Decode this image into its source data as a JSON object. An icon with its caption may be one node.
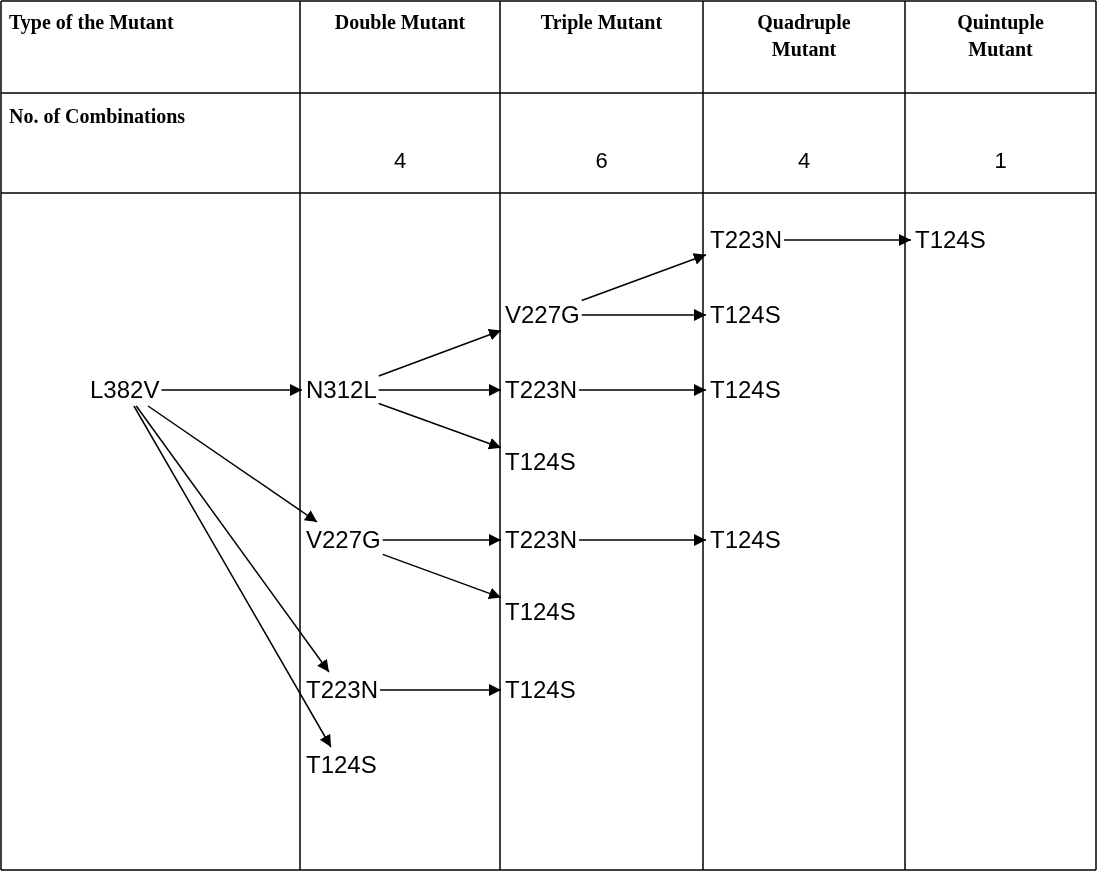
{
  "diagram": {
    "nodes": [
      {
        "text": [
          "L382V"
        ]
      },
      {
        "text": [
          "N312L"
        ]
      },
      {
        "text": [
          "V227G"
        ]
      },
      {
        "text": [
          "T223N"
        ]
      },
      {
        "text": [
          "T124S"
        ]
      },
      {
        "text": [
          "V227G"
        ]
      },
      {
        "text": [
          "T223N"
        ]
      },
      {
        "text": [
          "T124S"
        ]
      },
      {
        "text": [
          "T223N"
        ]
      },
      {
        "text": [
          "T124S"
        ]
      },
      {
        "text": [
          "T124S"
        ]
      },
      {
        "text": [
          "T223N"
        ]
      },
      {
        "text": [
          "T124S"
        ]
      },
      {
        "text": [
          "T124S"
        ]
      },
      {
        "text": [
          "T124S"
        ]
      },
      {
        "text": [
          "T124S"
        ]
      }
    ],
    "edges": [
      {
        "from": 0,
        "to": 1,
        "arrow": "to"
      },
      {
        "from": 0,
        "to": 2,
        "arrow": "to"
      },
      {
        "from": 0,
        "to": 3,
        "arrow": "to"
      },
      {
        "from": 0,
        "to": 4,
        "arrow": "to"
      },
      {
        "from": 1,
        "to": 5,
        "arrow": "to"
      },
      {
        "from": 1,
        "to": 6,
        "arrow": "to"
      },
      {
        "from": 1,
        "to": 7,
        "arrow": "to"
      },
      {
        "from": 2,
        "to": 8,
        "arrow": "to"
      },
      {
        "from": 2,
        "to": 9,
        "arrow": "to"
      },
      {
        "from": 3,
        "to": 10,
        "arrow": "to"
      },
      {
        "from": 5,
        "to": 11,
        "arrow": "to"
      },
      {
        "from": 5,
        "to": 12,
        "arrow": "to"
      },
      {
        "from": 6,
        "to": 13,
        "arrow": "to"
      },
      {
        "from": 8,
        "to": 14,
        "arrow": "to"
      },
      {
        "from": 11,
        "to": 15,
        "arrow": "to"
      }
    ],
    "labels": [
      "Type of the Mutant",
      "Double Mutant",
      "Triple Mutant",
      "Quadruple Mutant",
      "Quintuple Mutant",
      "No. of Combinations",
      "4",
      "6",
      "4",
      "1"
    ]
  }
}
